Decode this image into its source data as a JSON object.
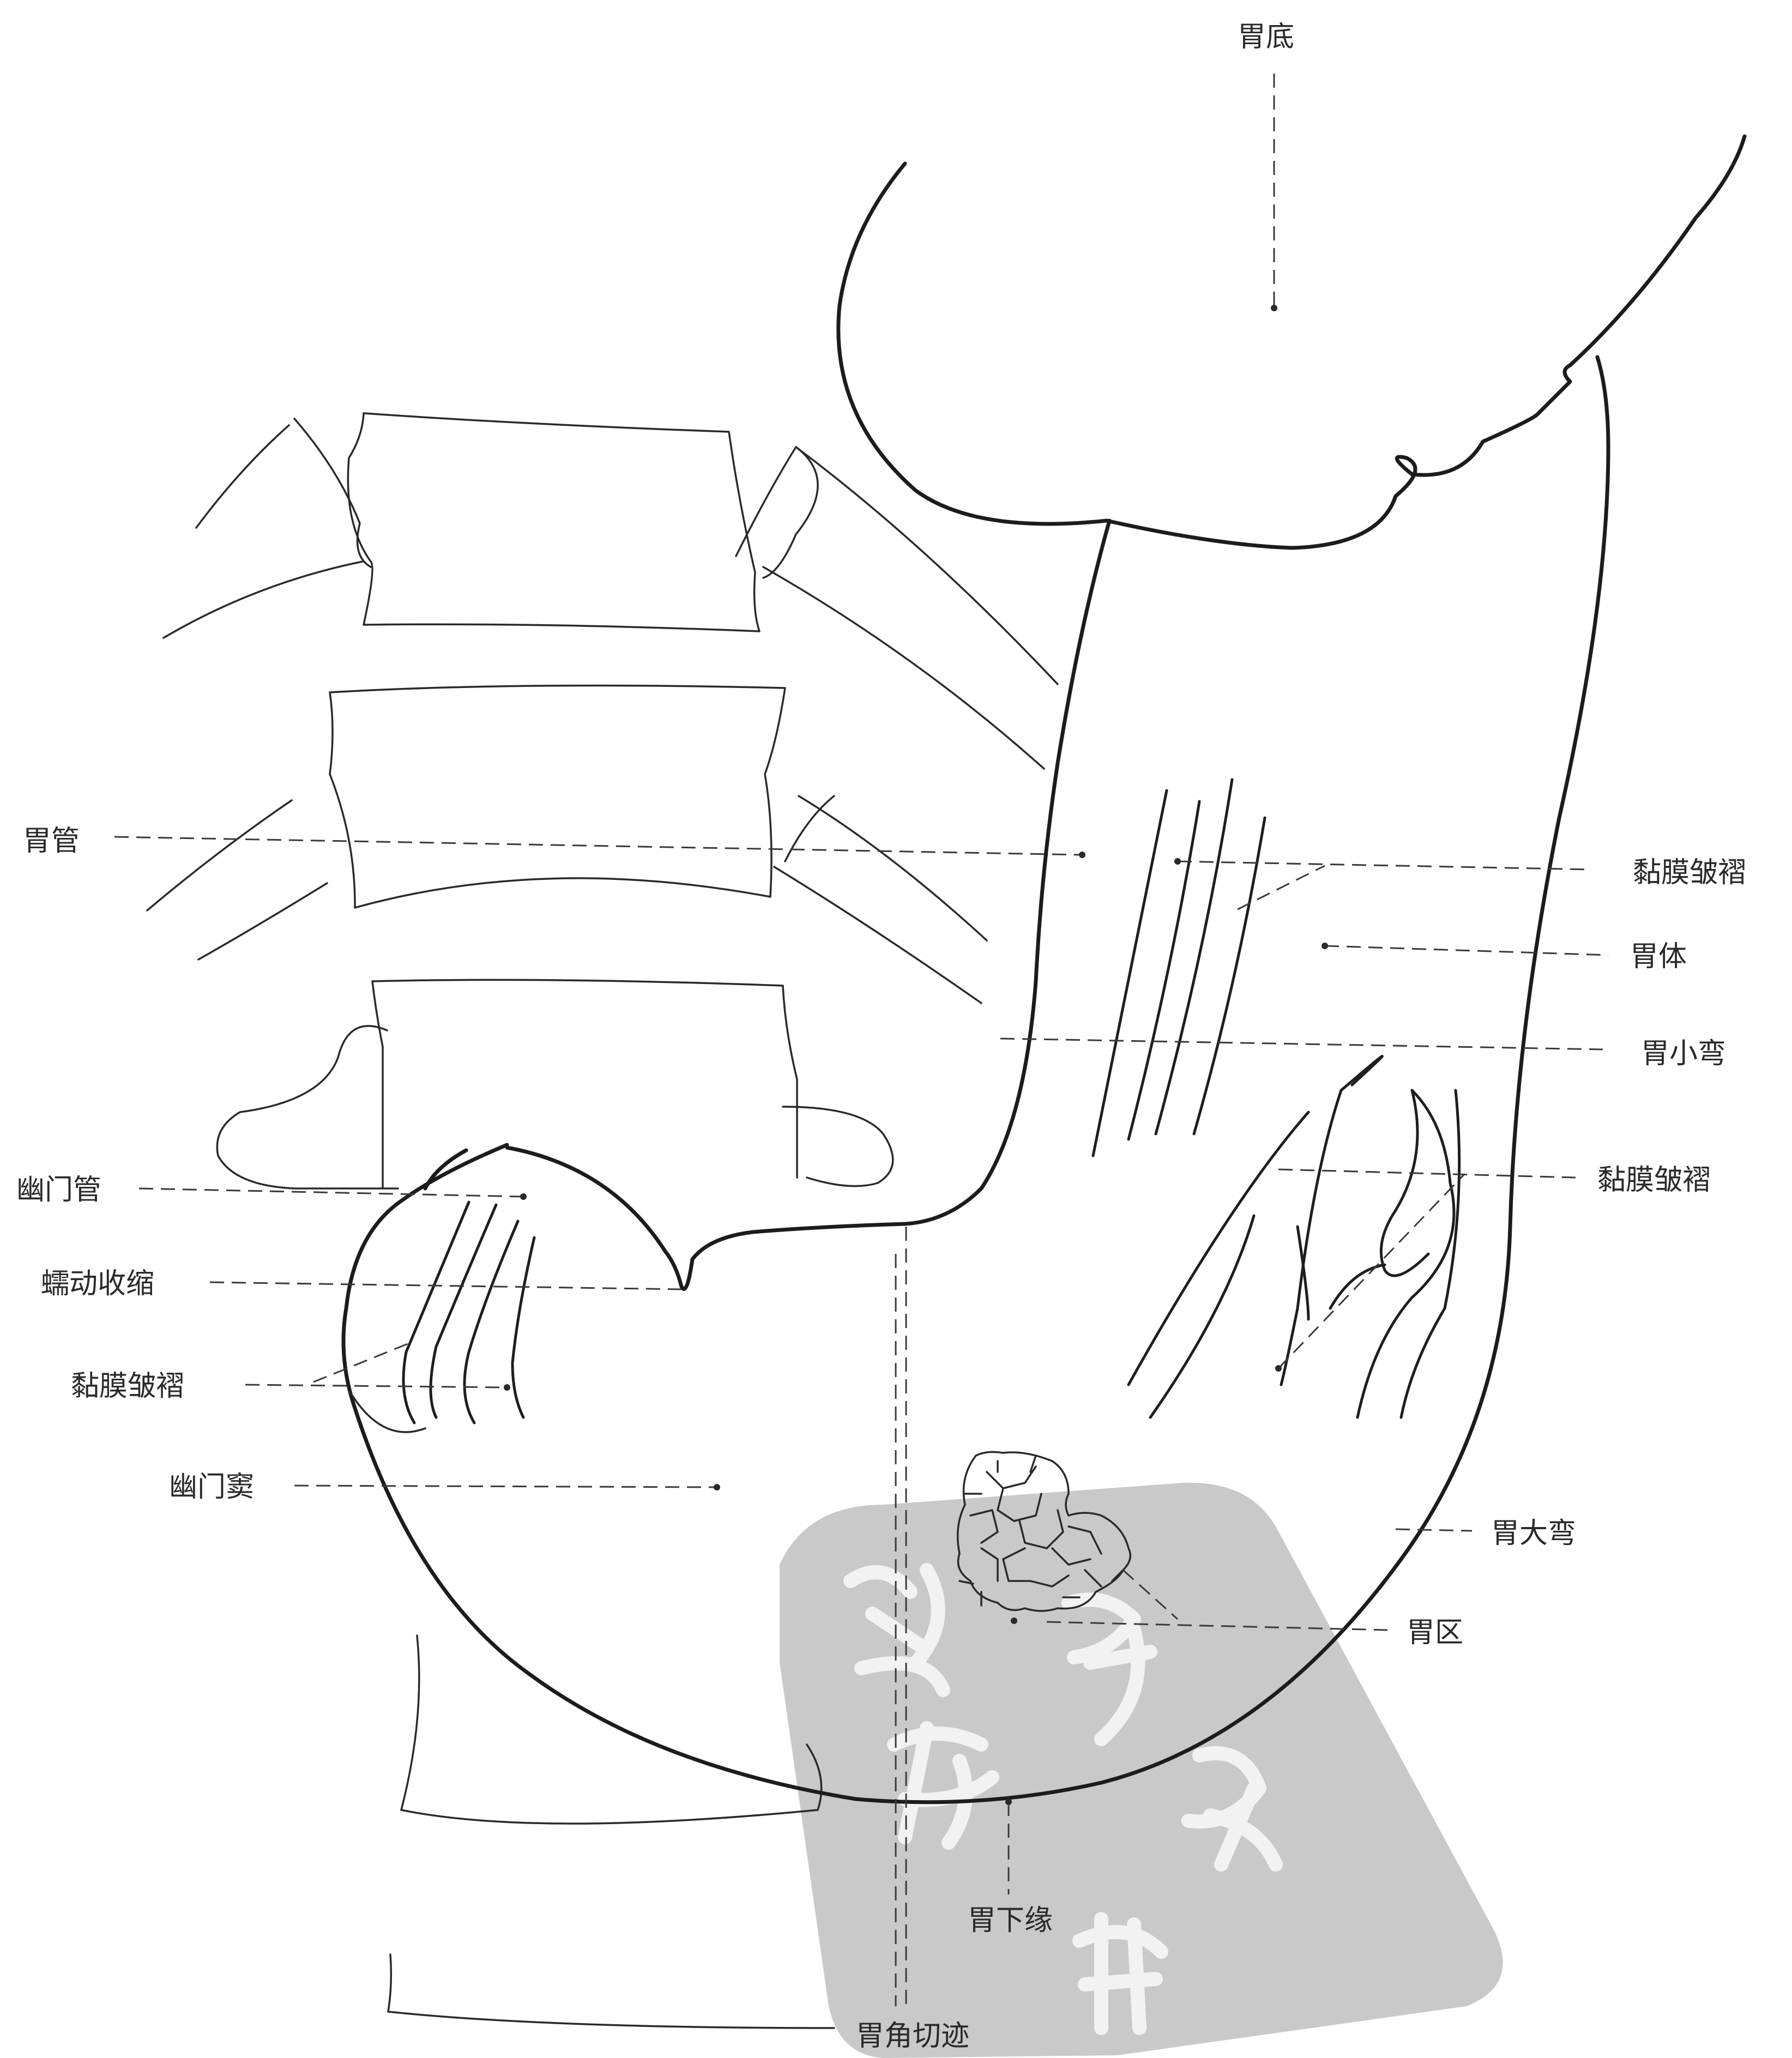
{
  "labels": {
    "fundus": "胃底",
    "gastric_canal": "胃管",
    "mucosal_folds_upper": "黏膜皱褶",
    "body": "胃体",
    "lesser_curvature": "胃小弯",
    "mucosal_folds_middle": "黏膜皱褶",
    "pyloric_canal": "幽门管",
    "peristaltic_contraction": "蠕动收缩",
    "mucosal_folds_pyloric": "黏膜皱褶",
    "pyloric_antrum": "幽门窦",
    "greater_curvature": "胃大弯",
    "gastric_areas": "胃区",
    "lower_border": "胃下缘",
    "angular_incisure": "胃角切迹"
  },
  "colors": {
    "line": "#1c1c1c",
    "text": "#2a2a2a",
    "watermark": "#c9c9c9"
  }
}
